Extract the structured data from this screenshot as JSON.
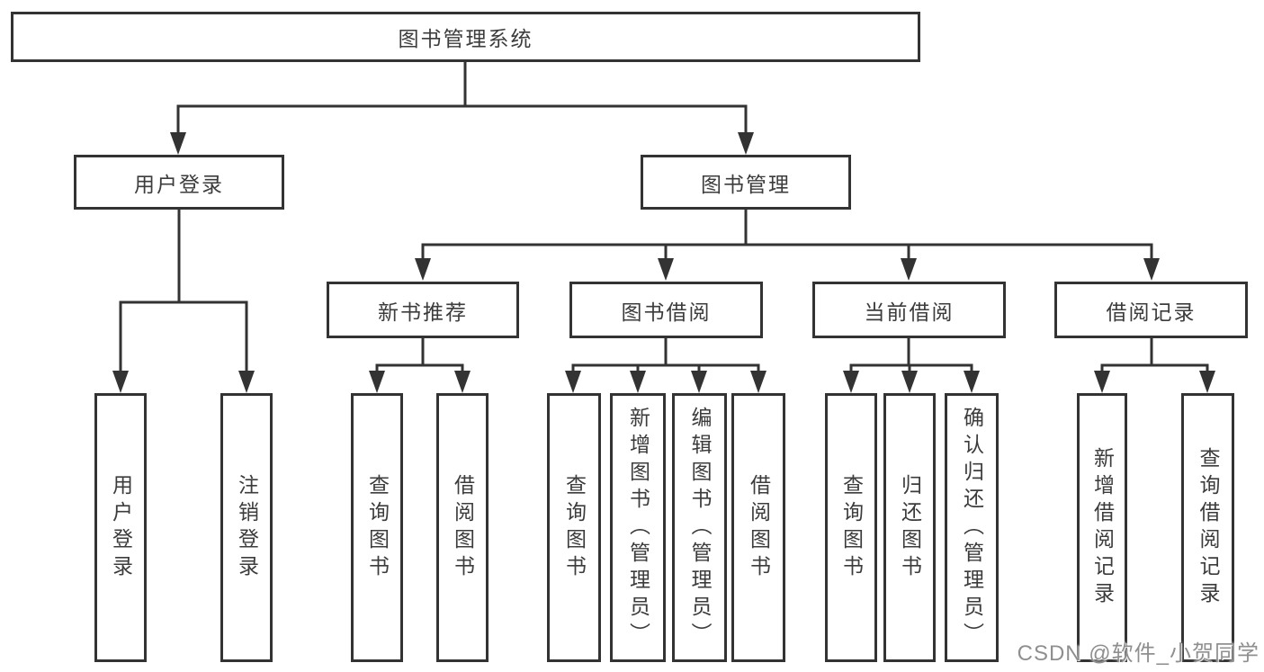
{
  "tree": {
    "root": {
      "label": "图书管理系统"
    },
    "modules": [
      {
        "label": "用户登录",
        "children": [
          {
            "label": "用户登录"
          },
          {
            "label": "注销登录"
          }
        ]
      },
      {
        "label": "图书管理",
        "children": [
          {
            "label": "新书推荐",
            "children": [
              {
                "label": "查询图书"
              },
              {
                "label": "借阅图书"
              }
            ]
          },
          {
            "label": "图书借阅",
            "children": [
              {
                "label": "查询图书"
              },
              {
                "label": "新增图书（管理员）"
              },
              {
                "label": "编辑图书（管理员）"
              },
              {
                "label": "借阅图书"
              }
            ]
          },
          {
            "label": "当前借阅",
            "children": [
              {
                "label": "查询图书"
              },
              {
                "label": "归还图书"
              },
              {
                "label": "确认归还（管理员）"
              }
            ]
          },
          {
            "label": "借阅记录",
            "children": [
              {
                "label": "新增借阅记录"
              },
              {
                "label": "查询借阅记录"
              }
            ]
          }
        ]
      }
    ]
  },
  "watermark": {
    "text": "CSDN @软件_小贺同学"
  },
  "colors": {
    "line": "#333333",
    "node_border": "#333333",
    "text": "#3c3c3c",
    "watermark": "#8f8f8f",
    "background": "#ffffff"
  }
}
